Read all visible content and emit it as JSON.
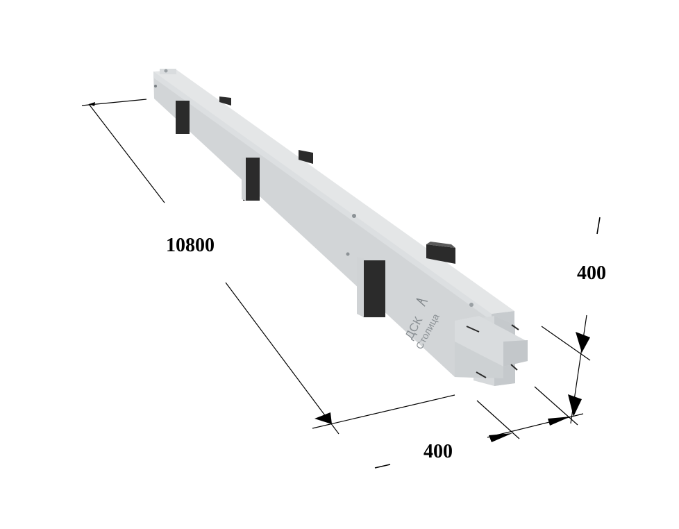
{
  "dimensions": {
    "length": "10800",
    "height": "400",
    "width": "400"
  },
  "logo": {
    "line1": "ДСК",
    "line2": "Столица"
  },
  "colors": {
    "concrete_top": "#e3e5e6",
    "concrete_side": "#d3d6d8",
    "concrete_dark": "#bfc3c6",
    "plate": "#2b2b2b",
    "line": "#000000"
  }
}
